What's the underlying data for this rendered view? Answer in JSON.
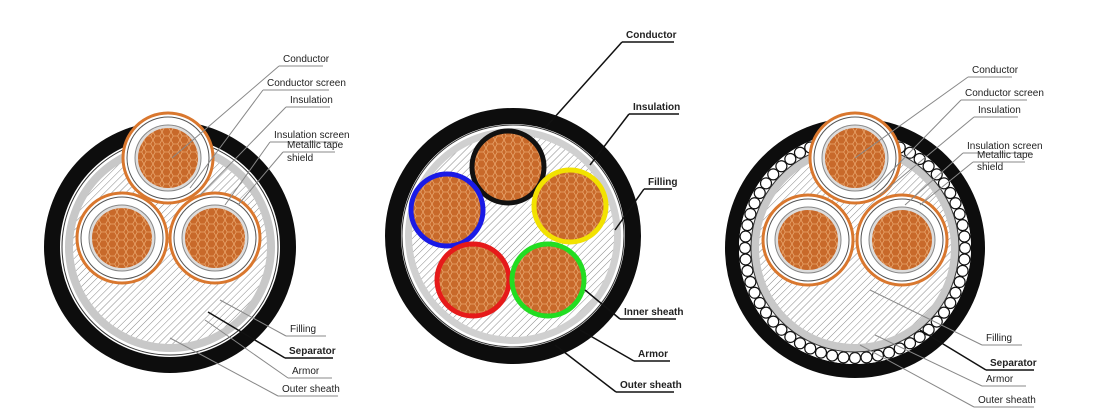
{
  "left_cable": {
    "labels": [
      "Conductor",
      "Conductor screen",
      "Insulation",
      "Insulation screen",
      "Metallic tape",
      "shield",
      "Filling",
      "Separator",
      "Armor",
      "Outer sheath"
    ]
  },
  "middle_cable": {
    "labels": [
      "Conductor",
      "Insulation",
      "Filling",
      "Inner sheath",
      "Armor",
      "Outer sheath"
    ],
    "core_colors": [
      "#111111",
      "#f2e200",
      "#1a1ae6",
      "#e61a1a",
      "#22dd22"
    ]
  },
  "right_cable": {
    "labels": [
      "Conductor",
      "Conductor screen",
      "Insulation",
      "Insulation screen",
      "Metallic tape",
      "shield",
      "Filling",
      "Separator",
      "Armor",
      "Outer sheath"
    ]
  },
  "colors": {
    "copper": "#c8692a",
    "sheath": "#0d0d0d",
    "filling": "#c8c8c8",
    "tape": "#d9772e"
  }
}
